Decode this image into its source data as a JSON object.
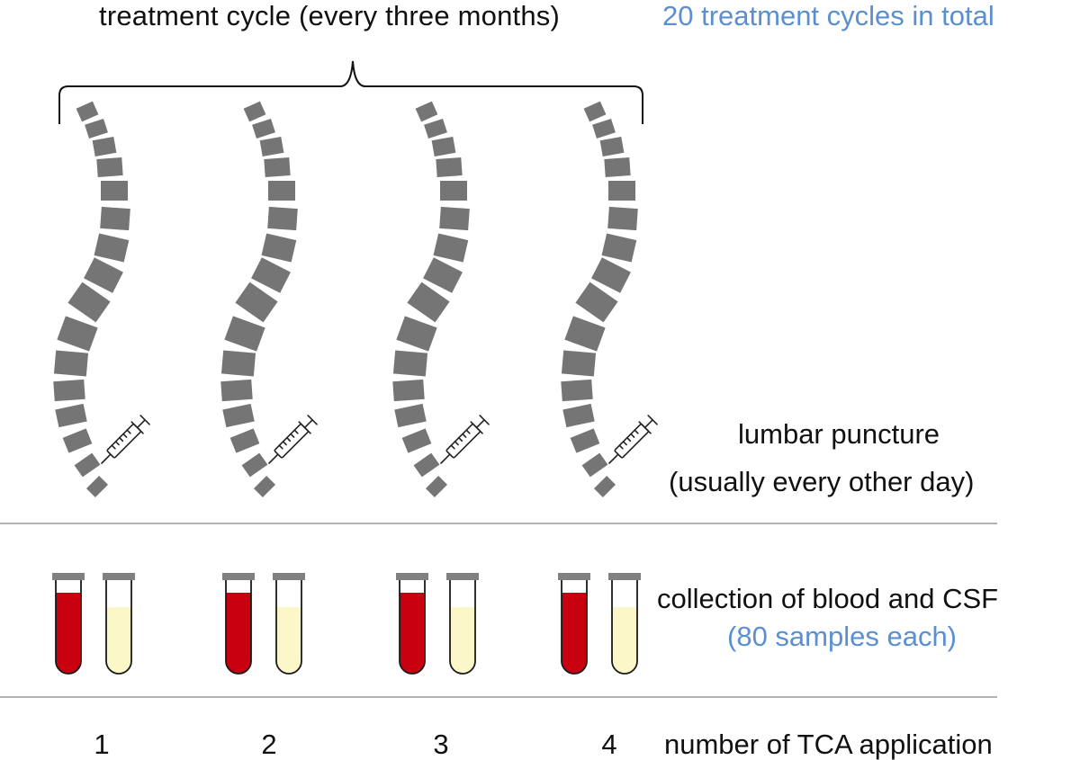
{
  "header": {
    "cycle_label": "treatment cycle (every three months)",
    "total_label": "20 treatment cycles in total"
  },
  "rows": {
    "lumbar_line1": "lumbar puncture",
    "lumbar_line2": "(usually every other day)",
    "collection_line1": "collection of blood and CSF",
    "collection_line2": "(80 samples each)",
    "tca_label": "number of TCA application"
  },
  "applications": [
    "1",
    "2",
    "3",
    "4"
  ],
  "colors": {
    "accent_blue": "#5b8fd0",
    "vertebra_gray": "#757575",
    "blood_red": "#c8000f",
    "csf_yellow": "#fbf7c8",
    "tube_cap_gray": "#808080",
    "divider_gray": "#9a9a9a"
  },
  "icons": {
    "spine": "spine-icon",
    "syringe": "syringe-icon",
    "blood_tube": "blood-tube-icon",
    "csf_tube": "csf-tube-icon",
    "brace": "curly-brace"
  }
}
